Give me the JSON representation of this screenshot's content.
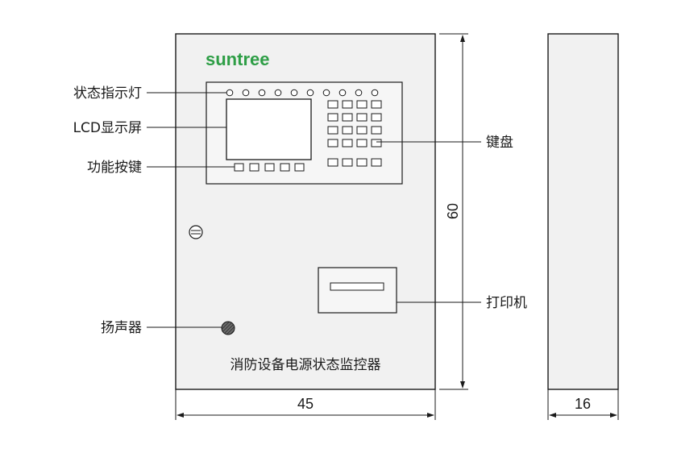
{
  "brand": {
    "name": "suntree",
    "color": "#2e9e46"
  },
  "device_title": "消防设备电源状态监控器",
  "callouts": {
    "status_lights": "状态指示灯",
    "lcd": "LCD显示屏",
    "function_keys": "功能按键",
    "keyboard": "键盘",
    "printer": "打印机",
    "speaker": "扬声器"
  },
  "dimensions": {
    "width": "45",
    "height": "60",
    "depth": "16"
  }
}
